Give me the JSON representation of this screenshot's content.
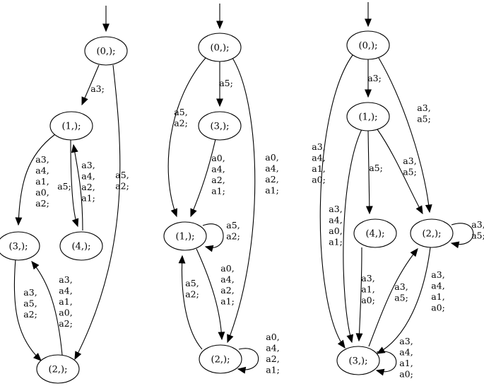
{
  "graphs": [
    {
      "nodes": [
        {
          "id": "0",
          "label": "(0,);"
        },
        {
          "id": "1",
          "label": "(1,);"
        },
        {
          "id": "3",
          "label": "(3,);"
        },
        {
          "id": "4",
          "label": "(4,);"
        },
        {
          "id": "2",
          "label": "(2,);"
        }
      ],
      "edges": [
        {
          "from": "start",
          "to": "0",
          "label": []
        },
        {
          "from": "0",
          "to": "1",
          "label": [
            "a3;"
          ]
        },
        {
          "from": "0",
          "to": "2",
          "label": [
            "a5,",
            "a2;"
          ]
        },
        {
          "from": "1",
          "to": "3",
          "label": [
            "a3,",
            "a4,",
            "a1,",
            "a0,",
            "a2;"
          ]
        },
        {
          "from": "1",
          "to": "4",
          "label": [
            "a5;"
          ]
        },
        {
          "from": "4",
          "to": "1",
          "label": [
            "a3,",
            "a4,",
            "a2,",
            "a1;"
          ]
        },
        {
          "from": "3",
          "to": "2",
          "label": [
            "a3,",
            "a5,",
            "a2;"
          ]
        },
        {
          "from": "2",
          "to": "3",
          "label": [
            "a3,",
            "a4,",
            "a1,",
            "a0,",
            "a2;"
          ]
        }
      ]
    },
    {
      "nodes": [
        {
          "id": "0",
          "label": "(0,);"
        },
        {
          "id": "3",
          "label": "(3,);"
        },
        {
          "id": "1",
          "label": "(1,);"
        },
        {
          "id": "2",
          "label": "(2,);"
        }
      ],
      "edges": [
        {
          "from": "start",
          "to": "0",
          "label": []
        },
        {
          "from": "0",
          "to": "3",
          "label": [
            "a5;"
          ]
        },
        {
          "from": "0",
          "to": "1",
          "label": [
            "a5,",
            "a2;"
          ]
        },
        {
          "from": "0",
          "to": "2",
          "label": [
            "a0,",
            "a4,",
            "a2,",
            "a1;"
          ]
        },
        {
          "from": "3",
          "to": "1",
          "label": [
            "a0,",
            "a4,",
            "a2,",
            "a1;"
          ]
        },
        {
          "from": "1",
          "to": "1",
          "label": [
            "a5,",
            "a2;"
          ]
        },
        {
          "from": "1",
          "to": "2",
          "label": [
            "a0,",
            "a4,",
            "a2,",
            "a1;"
          ]
        },
        {
          "from": "2",
          "to": "1",
          "label": [
            "a5,",
            "a2;"
          ]
        },
        {
          "from": "2",
          "to": "2",
          "label": [
            "a0,",
            "a4,",
            "a2,",
            "a1;"
          ]
        }
      ]
    },
    {
      "nodes": [
        {
          "id": "0",
          "label": "(0,);"
        },
        {
          "id": "1",
          "label": "(1,);"
        },
        {
          "id": "4",
          "label": "(4,);"
        },
        {
          "id": "2",
          "label": "(2,);"
        },
        {
          "id": "3",
          "label": "(3,);"
        }
      ],
      "edges": [
        {
          "from": "start",
          "to": "0",
          "label": []
        },
        {
          "from": "0",
          "to": "1",
          "label": [
            "a3;"
          ]
        },
        {
          "from": "0",
          "to": "2",
          "label": [
            "a3,",
            "a5;"
          ]
        },
        {
          "from": "0",
          "to": "3",
          "label": [
            "a3,",
            "a4,",
            "a1,",
            "a0;"
          ]
        },
        {
          "from": "1",
          "to": "4",
          "label": [
            "a5;"
          ]
        },
        {
          "from": "1",
          "to": "2",
          "label": [
            "a3,",
            "a5;"
          ]
        },
        {
          "from": "1",
          "to": "3",
          "label": [
            "a3,",
            "a4,",
            "a0,",
            "a1;"
          ]
        },
        {
          "from": "4",
          "to": "3",
          "label": [
            "a3,",
            "a1,",
            "a0;"
          ]
        },
        {
          "from": "2",
          "to": "2",
          "label": [
            "a3,",
            "a5;"
          ]
        },
        {
          "from": "2",
          "to": "3",
          "label": [
            "a3,",
            "a4,",
            "a1,",
            "a0;"
          ]
        },
        {
          "from": "3",
          "to": "2",
          "label": [
            "a3,",
            "a5;"
          ]
        },
        {
          "from": "3",
          "to": "3",
          "label": [
            "a3,",
            "a4,",
            "a1,",
            "a0;"
          ]
        }
      ]
    }
  ]
}
